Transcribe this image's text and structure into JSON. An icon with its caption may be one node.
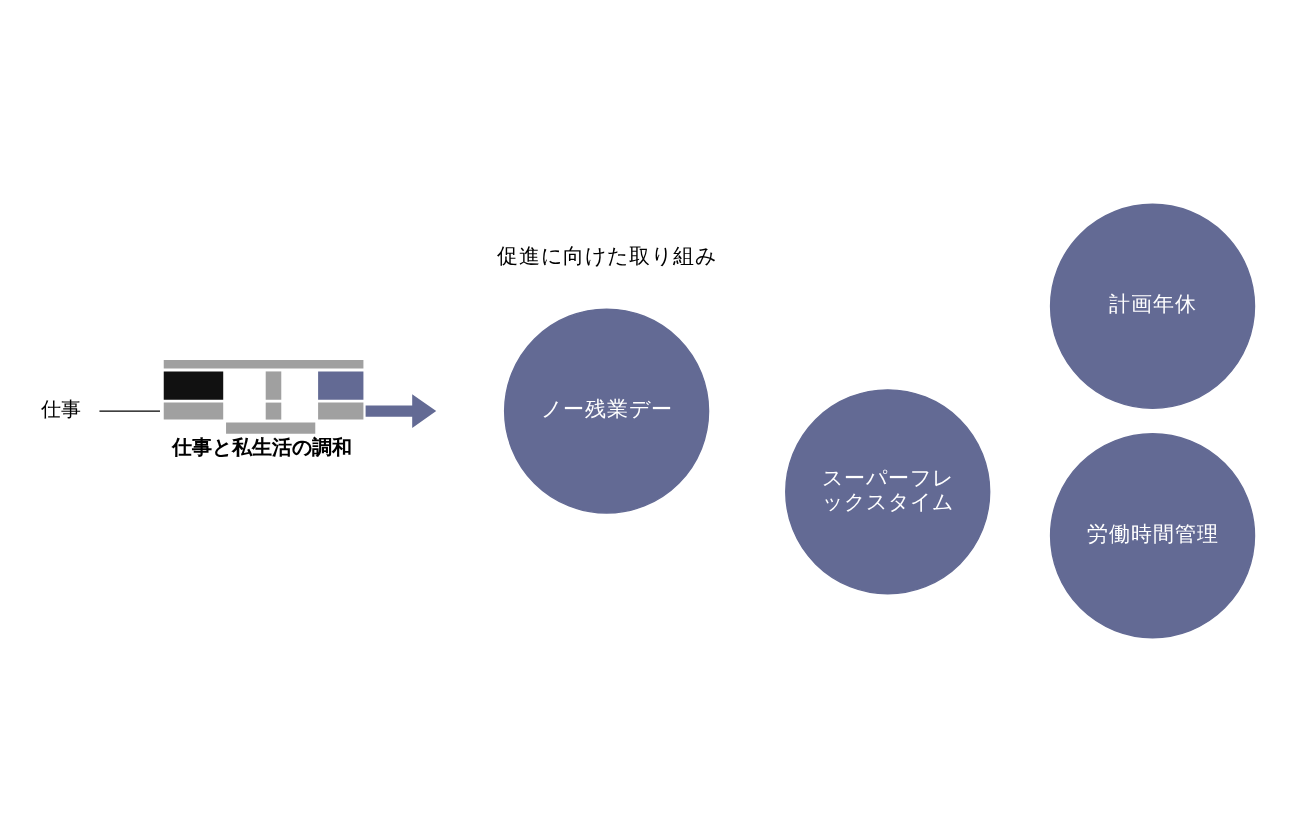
{
  "diagram": {
    "nodes": [
      {
        "text": [
          "仕事"
        ]
      },
      {
        "text": [],
        "shape": "picture",
        "beside": [
          "仕事と私生活の調和"
        ]
      },
      {
        "text": [
          "ノー残業デー"
        ]
      },
      {
        "text": [
          "計画年休"
        ]
      },
      {
        "text": [
          "スーパーフレックスタイム"
        ]
      },
      {
        "text": [
          "労働時間管理"
        ]
      }
    ],
    "edges": [
      {
        "from": 0,
        "to": 1,
        "arrow": "none"
      },
      {
        "from": 1,
        "to": null,
        "arrow": "to",
        "style": "thick",
        "color": "#636a94"
      }
    ],
    "labels": [
      "促進に向けた取り組み"
    ]
  }
}
